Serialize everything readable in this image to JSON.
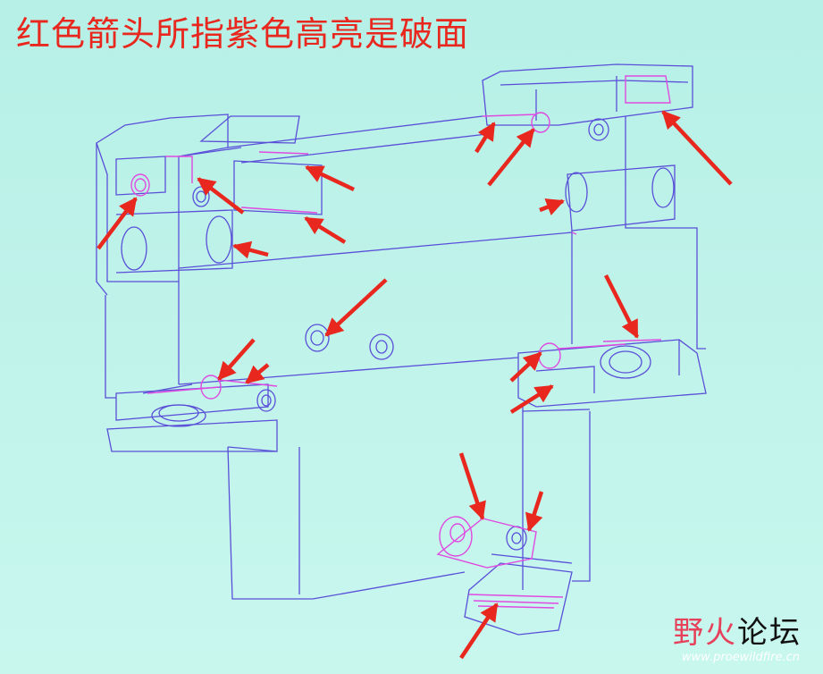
{
  "annotation": {
    "caption": "红色箭头所指紫色高亮是破面",
    "caption_color": "#e8281e"
  },
  "colors": {
    "wireframe": "#5a4fd8",
    "highlight": "#e04ae0",
    "arrow": "#e8281e"
  },
  "watermark": {
    "logo_part1": "野火",
    "logo_part2": "论坛",
    "url": "www.proewildfire.cn"
  }
}
